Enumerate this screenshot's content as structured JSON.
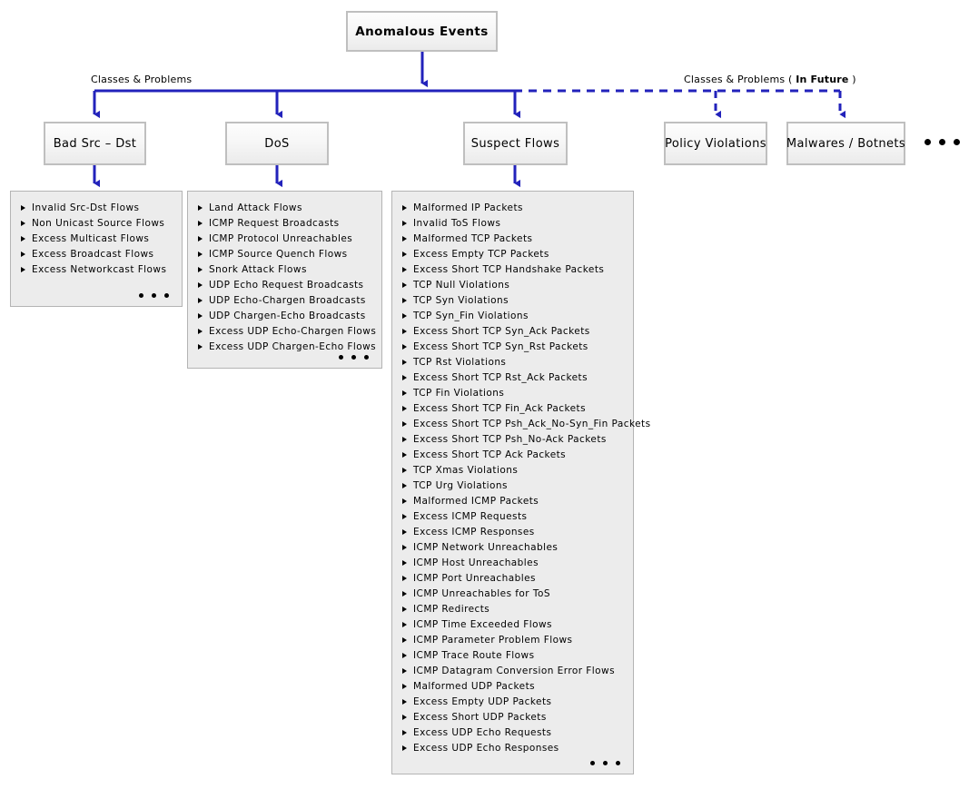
{
  "diagram": {
    "root": {
      "label": "Anomalous Events"
    },
    "edge_labels": {
      "left": "Classes & Problems",
      "right_prefix": "Classes & Problems ( ",
      "right_bold": "In Future",
      "right_suffix": " )"
    },
    "nodes": [
      {
        "id": "bad-src-dst",
        "label": "Bad Src – Dst"
      },
      {
        "id": "dos",
        "label": "DoS"
      },
      {
        "id": "suspect-flows",
        "label": "Suspect Flows"
      },
      {
        "id": "policy-violations",
        "label": "Policy Violations"
      },
      {
        "id": "malwares-botnets",
        "label": "Malwares / Botnets"
      }
    ],
    "panels": {
      "bad_src_dst": {
        "items": [
          "Invalid Src-Dst Flows",
          "Non Unicast Source Flows",
          "Excess Multicast Flows",
          "Excess Broadcast Flows",
          "Excess Networkcast Flows"
        ]
      },
      "dos": {
        "items": [
          "Land Attack Flows",
          "ICMP Request Broadcasts",
          "ICMP Protocol Unreachables",
          "ICMP Source Quench Flows",
          "Snork Attack Flows",
          "UDP Echo Request Broadcasts",
          "UDP Echo-Chargen Broadcasts",
          "UDP Chargen-Echo Broadcasts",
          "Excess UDP Echo-Chargen Flows",
          "Excess UDP Chargen-Echo Flows"
        ]
      },
      "suspect_flows": {
        "items": [
          "Malformed IP Packets",
          "Invalid ToS Flows",
          "Malformed TCP Packets",
          "Excess Empty TCP Packets",
          "Excess Short TCP Handshake Packets",
          "TCP Null Violations",
          "TCP Syn Violations",
          "TCP Syn_Fin Violations",
          "Excess Short TCP Syn_Ack Packets",
          "Excess Short TCP Syn_Rst Packets",
          "TCP Rst Violations",
          "Excess Short TCP Rst_Ack Packets",
          "TCP Fin Violations",
          "Excess Short TCP Fin_Ack Packets",
          "Excess Short TCP Psh_Ack_No-Syn_Fin Packets",
          "Excess Short TCP Psh_No-Ack Packets",
          "Excess Short TCP Ack Packets",
          "TCP Xmas Violations",
          "TCP Urg Violations",
          "Malformed ICMP Packets",
          "Excess ICMP Requests",
          "Excess ICMP Responses",
          "ICMP Network Unreachables",
          "ICMP Host Unreachables",
          "ICMP Port Unreachables",
          "ICMP Unreachables for ToS",
          "ICMP Redirects",
          "ICMP Time Exceeded Flows",
          "ICMP Parameter Problem Flows",
          "ICMP Trace Route Flows",
          "ICMP Datagram Conversion Error Flows",
          "Malformed UDP Packets",
          "Excess Empty UDP Packets",
          "Excess Short UDP Packets",
          "Excess UDP Echo Requests",
          "Excess UDP Echo Responses"
        ]
      }
    },
    "colors": {
      "connector": "#2222bb",
      "node_border": "#bfbfbf",
      "panel_bg": "#ececec",
      "panel_border": "#b4b4b4"
    }
  }
}
